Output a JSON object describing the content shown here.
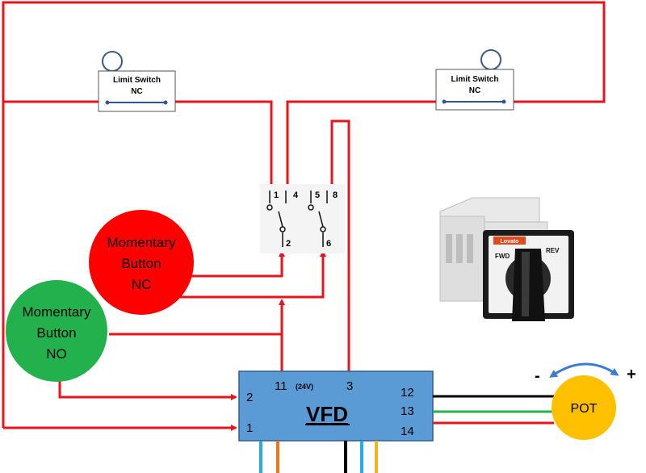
{
  "limit_switch_left": {
    "title": "Limit Switch",
    "type": "NC"
  },
  "limit_switch_right": {
    "title": "Limit Switch",
    "type": "NC"
  },
  "contact_block": {
    "terminals_top": [
      "1",
      "4",
      "5",
      "8"
    ],
    "terminals_bottom": [
      "2",
      "6"
    ]
  },
  "button_nc": {
    "line1": "Momentary",
    "line2": "Button",
    "line3": "NC",
    "color": "#ff0000"
  },
  "button_no": {
    "line1": "Momentary",
    "line2": "Button",
    "line3": "NO",
    "color": "#22b14c"
  },
  "vfd": {
    "title": "VFD",
    "terminal_11": "11",
    "terminal_11_note": "(24V)",
    "terminal_3": "3",
    "terminal_2": "2",
    "terminal_1": "1",
    "terminal_12": "12",
    "terminal_13": "13",
    "terminal_14": "14",
    "color": "#5b9bd5"
  },
  "pot": {
    "label": "POT",
    "minus": "-",
    "plus": "+",
    "color": "#ffc000"
  },
  "selector_switch": {
    "left_label": "FWD",
    "right_label": "REV",
    "brand": "Lovato"
  },
  "colors": {
    "wire": "#e8141b",
    "accent_blue": "#3a7bd5"
  }
}
